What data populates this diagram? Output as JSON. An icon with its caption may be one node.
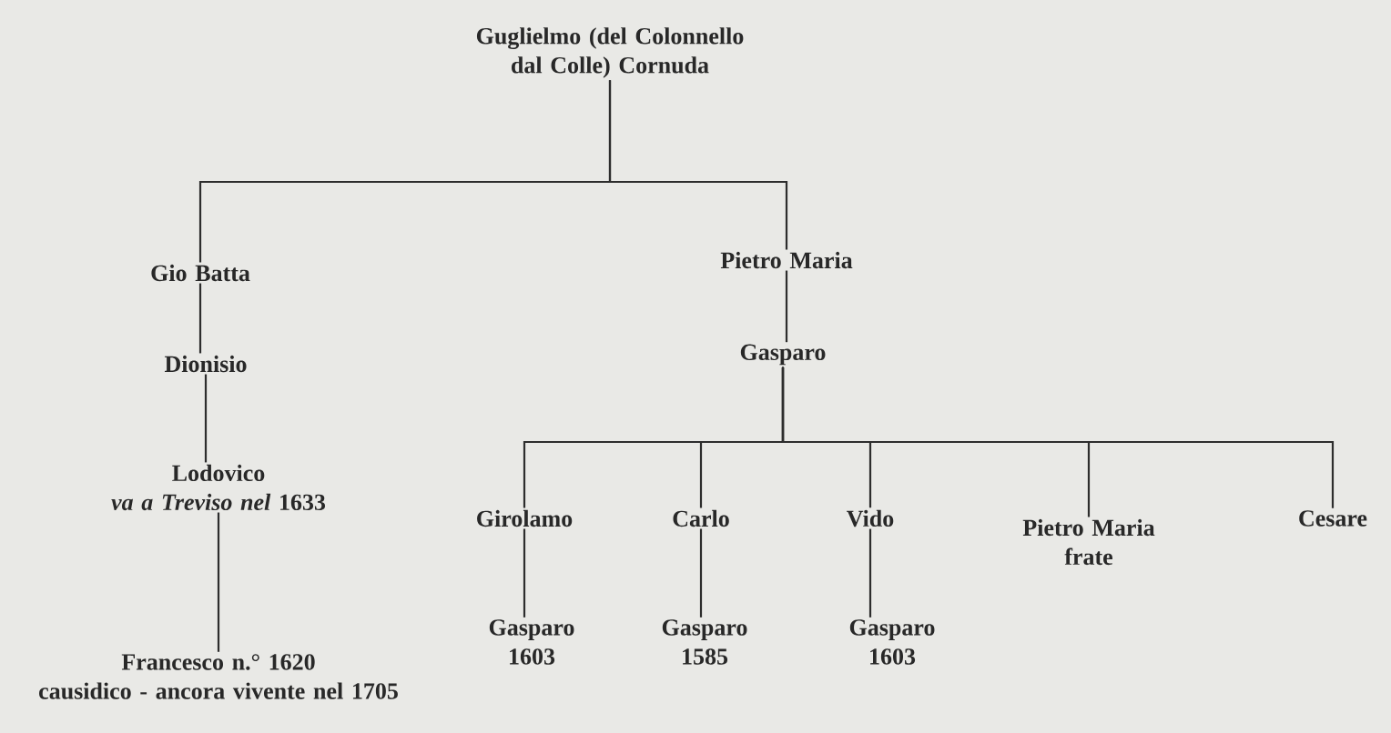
{
  "diagram": {
    "nodes": [
      {
        "text": [
          "Guglielmo (del Colonnello dal Colle) Cornuda"
        ]
      },
      {
        "text": [
          "Gio Batta"
        ]
      },
      {
        "text": [
          "Pietro Maria"
        ]
      },
      {
        "text": [
          "Dionisio"
        ]
      },
      {
        "text": [
          "Gasparo"
        ]
      },
      {
        "text": [
          "Lodovico",
          "*va a Treviso nel* 1633"
        ]
      },
      {
        "text": [
          "Girolamo"
        ]
      },
      {
        "text": [
          "Carlo"
        ]
      },
      {
        "text": [
          "Vido"
        ]
      },
      {
        "text": [
          "Pietro Maria",
          "frate"
        ]
      },
      {
        "text": [
          "Cesare"
        ]
      },
      {
        "text": [
          "Francesco n.° 1620",
          "causidico - ancora vivente nel 1705"
        ]
      },
      {
        "text": [
          "Gasparo",
          "1603"
        ]
      },
      {
        "text": [
          "Gasparo",
          "1585"
        ]
      },
      {
        "text": [
          "Gasparo",
          "1603"
        ]
      }
    ],
    "edges": [
      {
        "from": 0,
        "to": 1,
        "arrow": "none"
      },
      {
        "from": 0,
        "to": 2,
        "arrow": "none"
      },
      {
        "from": 1,
        "to": 3,
        "arrow": "none"
      },
      {
        "from": 2,
        "to": 4,
        "arrow": "none"
      },
      {
        "from": 3,
        "to": 5,
        "arrow": "none"
      },
      {
        "from": 5,
        "to": 11,
        "arrow": "none"
      },
      {
        "from": 4,
        "to": 6,
        "arrow": "none"
      },
      {
        "from": 4,
        "to": 7,
        "arrow": "none"
      },
      {
        "from": 4,
        "to": 8,
        "arrow": "none"
      },
      {
        "from": 4,
        "to": 9,
        "arrow": "none"
      },
      {
        "from": 4,
        "to": 10,
        "arrow": "none"
      },
      {
        "from": 6,
        "to": 12,
        "arrow": "none"
      },
      {
        "from": 7,
        "to": 13,
        "arrow": "none"
      },
      {
        "from": 8,
        "to": 14,
        "arrow": "none"
      }
    ]
  }
}
